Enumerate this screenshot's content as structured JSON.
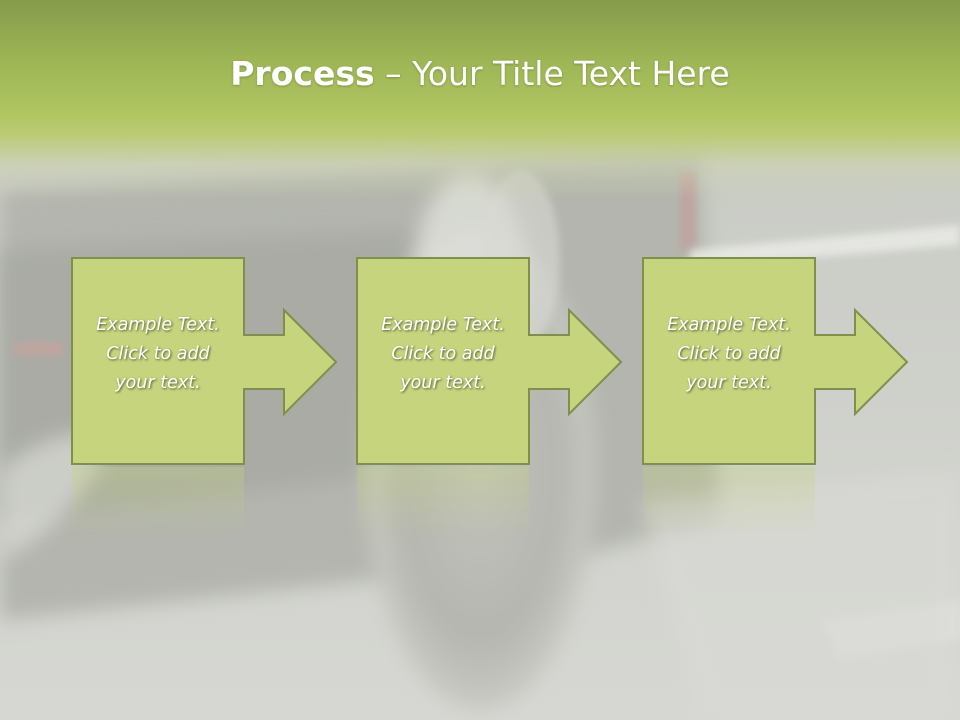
{
  "slide": {
    "title_bold": "Process",
    "title_rest": " – Your Title Text Here"
  },
  "steps": [
    {
      "line1": "Example Text.",
      "line2": "Click  to add",
      "line3": "your text."
    },
    {
      "line1": "Example Text.",
      "line2": "Click  to add",
      "line3": "your text."
    },
    {
      "line1": "Example Text.",
      "line2": "Click  to add",
      "line3": "your text."
    }
  ],
  "colors": {
    "header_green": "#9db555",
    "box_fill": "#c5d47d",
    "box_border": "#7f8f4c",
    "text": "#ffffff"
  }
}
